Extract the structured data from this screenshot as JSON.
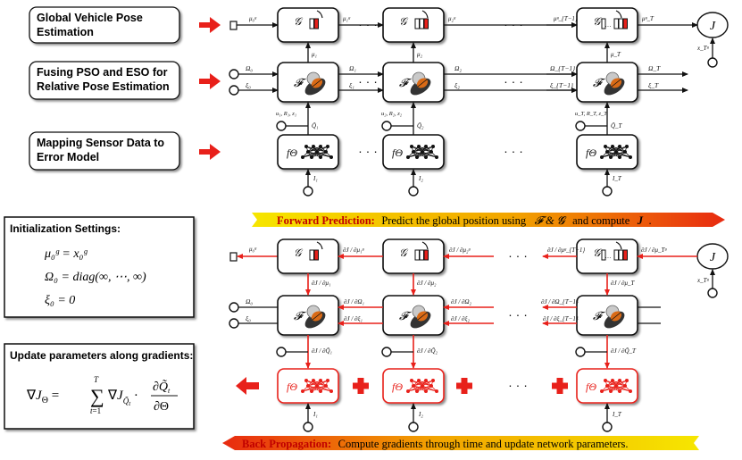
{
  "stage_labels": {
    "global": "Global Vehicle Pose Estimation",
    "fusing": "Fusing PSO and ESO for Relative Pose Estimation",
    "mapping": "Mapping Sensor Data to Error Model"
  },
  "forward_banner": {
    "title": "Forward Prediction:",
    "text": "Predict the global position using",
    "symbols": "𝓕 & 𝓖",
    "tail": "and compute",
    "J": "J"
  },
  "back_banner": {
    "title": "Back Propagation:",
    "text": "Compute gradients through time and update network parameters."
  },
  "init_box": {
    "title": "Initialization Settings:",
    "eq1": "μ₀ᵍ = x₀ᵍ",
    "eq2": "Ω₀ = diag(∞, ⋯, ∞)",
    "eq3": "ξ₀ = 0"
  },
  "update_box": {
    "title": "Update parameters along gradients:",
    "formula": "∇J_Θ = Σ_{t=1}^{T} ∇J_{Q̃t} · ∂Q̃t/∂Θ"
  },
  "symbols": {
    "G": "𝒢",
    "F": "𝓕",
    "f": "f",
    "f_sub": "Θ",
    "J": "J",
    "ellipsis": "· · ·"
  },
  "forward": {
    "columns": [
      {
        "mu_in": "μ₀ᵍ",
        "mu_out": "μ₁ᵍ",
        "mu_local": "μ₁",
        "omega_in": "Ω₀",
        "omega_out": "Ω₁",
        "xi_in": "ξ₀",
        "xi_out": "ξ₁",
        "meas": "u₁, R₁, z₁",
        "q": "Q̃₁",
        "img": "I₁"
      },
      {
        "mu_in": "",
        "mu_out": "μ₂ᵍ",
        "mu_local": "μ₂",
        "omega_in": "",
        "omega_out": "Ω₂",
        "xi_in": "",
        "xi_out": "ξ₂",
        "meas": "u₂, R₂, z₂",
        "q": "Q̃₂",
        "img": "I₂"
      },
      {
        "mu_in": "μᵍ_{T−1}",
        "mu_out": "μᵍ_T",
        "mu_local": "μ_T",
        "omega_in": "Ω_{T−1}",
        "omega_out": "Ω_T",
        "xi_in": "ξ_{T−1}",
        "xi_out": "ξ_T",
        "meas": "u_T, R_T, z_T",
        "q": "Q̃_T",
        "img": "I_T"
      }
    ],
    "x_target": "x_Tᵍ"
  },
  "backward": {
    "mu_in": "μ₀ᵍ",
    "omega_in": "Ω₀",
    "xi_in": "ξ₀",
    "grads_top": [
      "∂J / ∂μ₁ᵍ",
      "∂J / ∂μ₂ᵍ",
      "∂J / ∂μᵍ_{T−1}",
      "∂J / ∂μ_Tᵍ"
    ],
    "grads_mu": [
      "∂J / ∂μ₁",
      "∂J / ∂μ₂",
      "∂J / ∂μ_T"
    ],
    "grads_omega": [
      "∂J / ∂Ω₁",
      "∂J / ∂Ω₂",
      "∂J / ∂Ω_{T−1}"
    ],
    "grads_xi": [
      "∂J / ∂ξ₁",
      "∂J / ∂ξ₂",
      "∂J / ∂ξ_{T−1}"
    ],
    "grads_q": [
      "∂J / ∂Q̃₁",
      "∂J / ∂Q̃₂",
      "∂J / ∂Q̃_T"
    ],
    "imgs": [
      "I₁",
      "I₂",
      "I_T"
    ],
    "x_target": "x_Tᵍ"
  },
  "colors": {
    "red": "#e8201a",
    "box_border": "#111111",
    "banner_left": "#f5e400",
    "banner_right": "#e82a10",
    "title_red": "#c00000",
    "orange": "#d96a16",
    "dark": "#333333"
  }
}
